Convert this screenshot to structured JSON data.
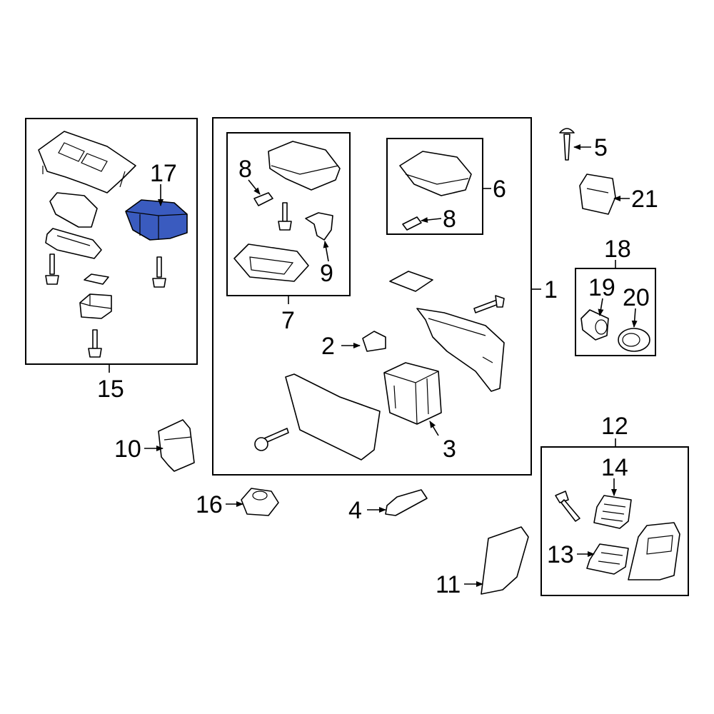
{
  "highlight_color": "#3a5bbf",
  "callouts": {
    "c1": "1",
    "c2": "2",
    "c3": "3",
    "c4": "4",
    "c5": "5",
    "c6": "6",
    "c7": "7",
    "c8a": "8",
    "c8b": "8",
    "c9": "9",
    "c10": "10",
    "c11": "11",
    "c12": "12",
    "c13": "13",
    "c14": "14",
    "c15": "15",
    "c16": "16",
    "c17": "17",
    "c18": "18",
    "c19": "19",
    "c20": "20",
    "c21": "21"
  }
}
